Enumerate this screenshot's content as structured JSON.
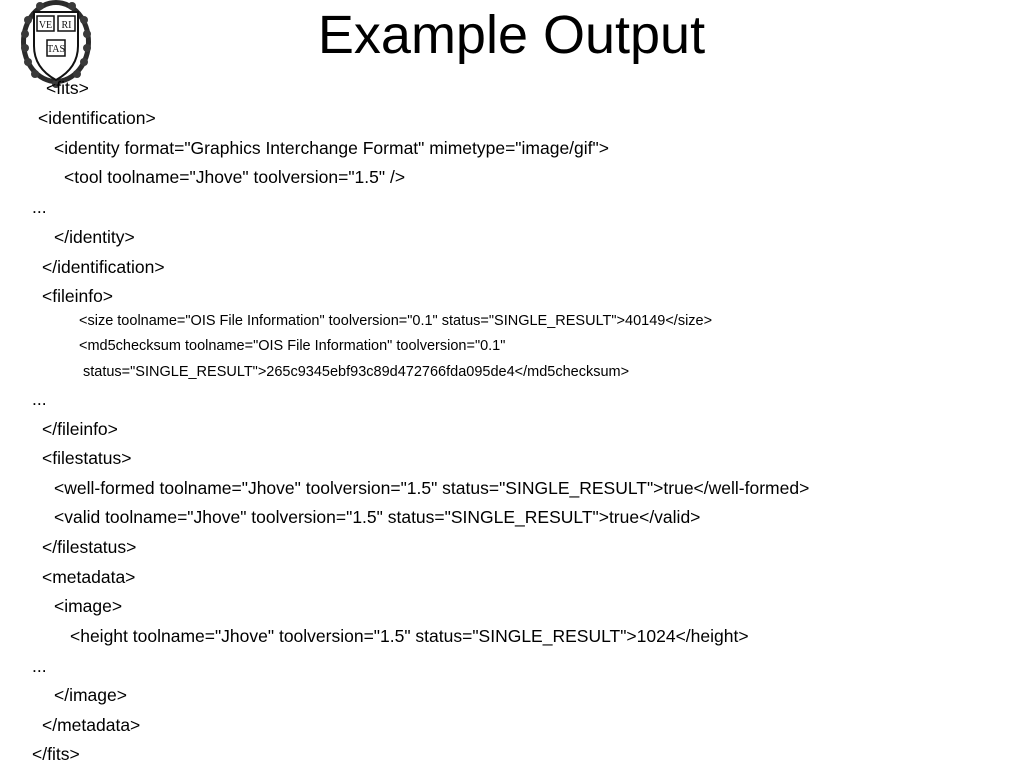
{
  "slide": {
    "title": "Example Output"
  },
  "logo": {
    "motto_parts": [
      "VE",
      "RI",
      "TAS"
    ]
  },
  "code_lines": [
    "<fits>",
    "<identification>",
    "<identity format=\"Graphics Interchange Format\" mimetype=\"image/gif\">",
    "<tool toolname=\"Jhove\" toolversion=\"1.5\" />",
    "...",
    "</identity>",
    "</identification>",
    "<fileinfo>",
    "<size toolname=\"OIS File Information\" toolversion=\"0.1\" status=\"SINGLE_RESULT\">40149</size>",
    "<md5checksum toolname=\"OIS File Information\" toolversion=\"0.1\"",
    "status=\"SINGLE_RESULT\">265c9345ebf93c89d472766fda095de4</md5checksum>",
    "...",
    "</fileinfo>",
    "<filestatus>",
    "<well-formed toolname=\"Jhove\" toolversion=\"1.5\" status=\"SINGLE_RESULT\">true</well-formed>",
    "<valid toolname=\"Jhove\" toolversion=\"1.5\" status=\"SINGLE_RESULT\">true</valid>",
    "</filestatus>",
    "<metadata>",
    "<image>",
    "<height toolname=\"Jhove\" toolversion=\"1.5\" status=\"SINGLE_RESULT\">1024</height>",
    "...",
    "</image>",
    "</metadata>",
    "</fits>"
  ]
}
